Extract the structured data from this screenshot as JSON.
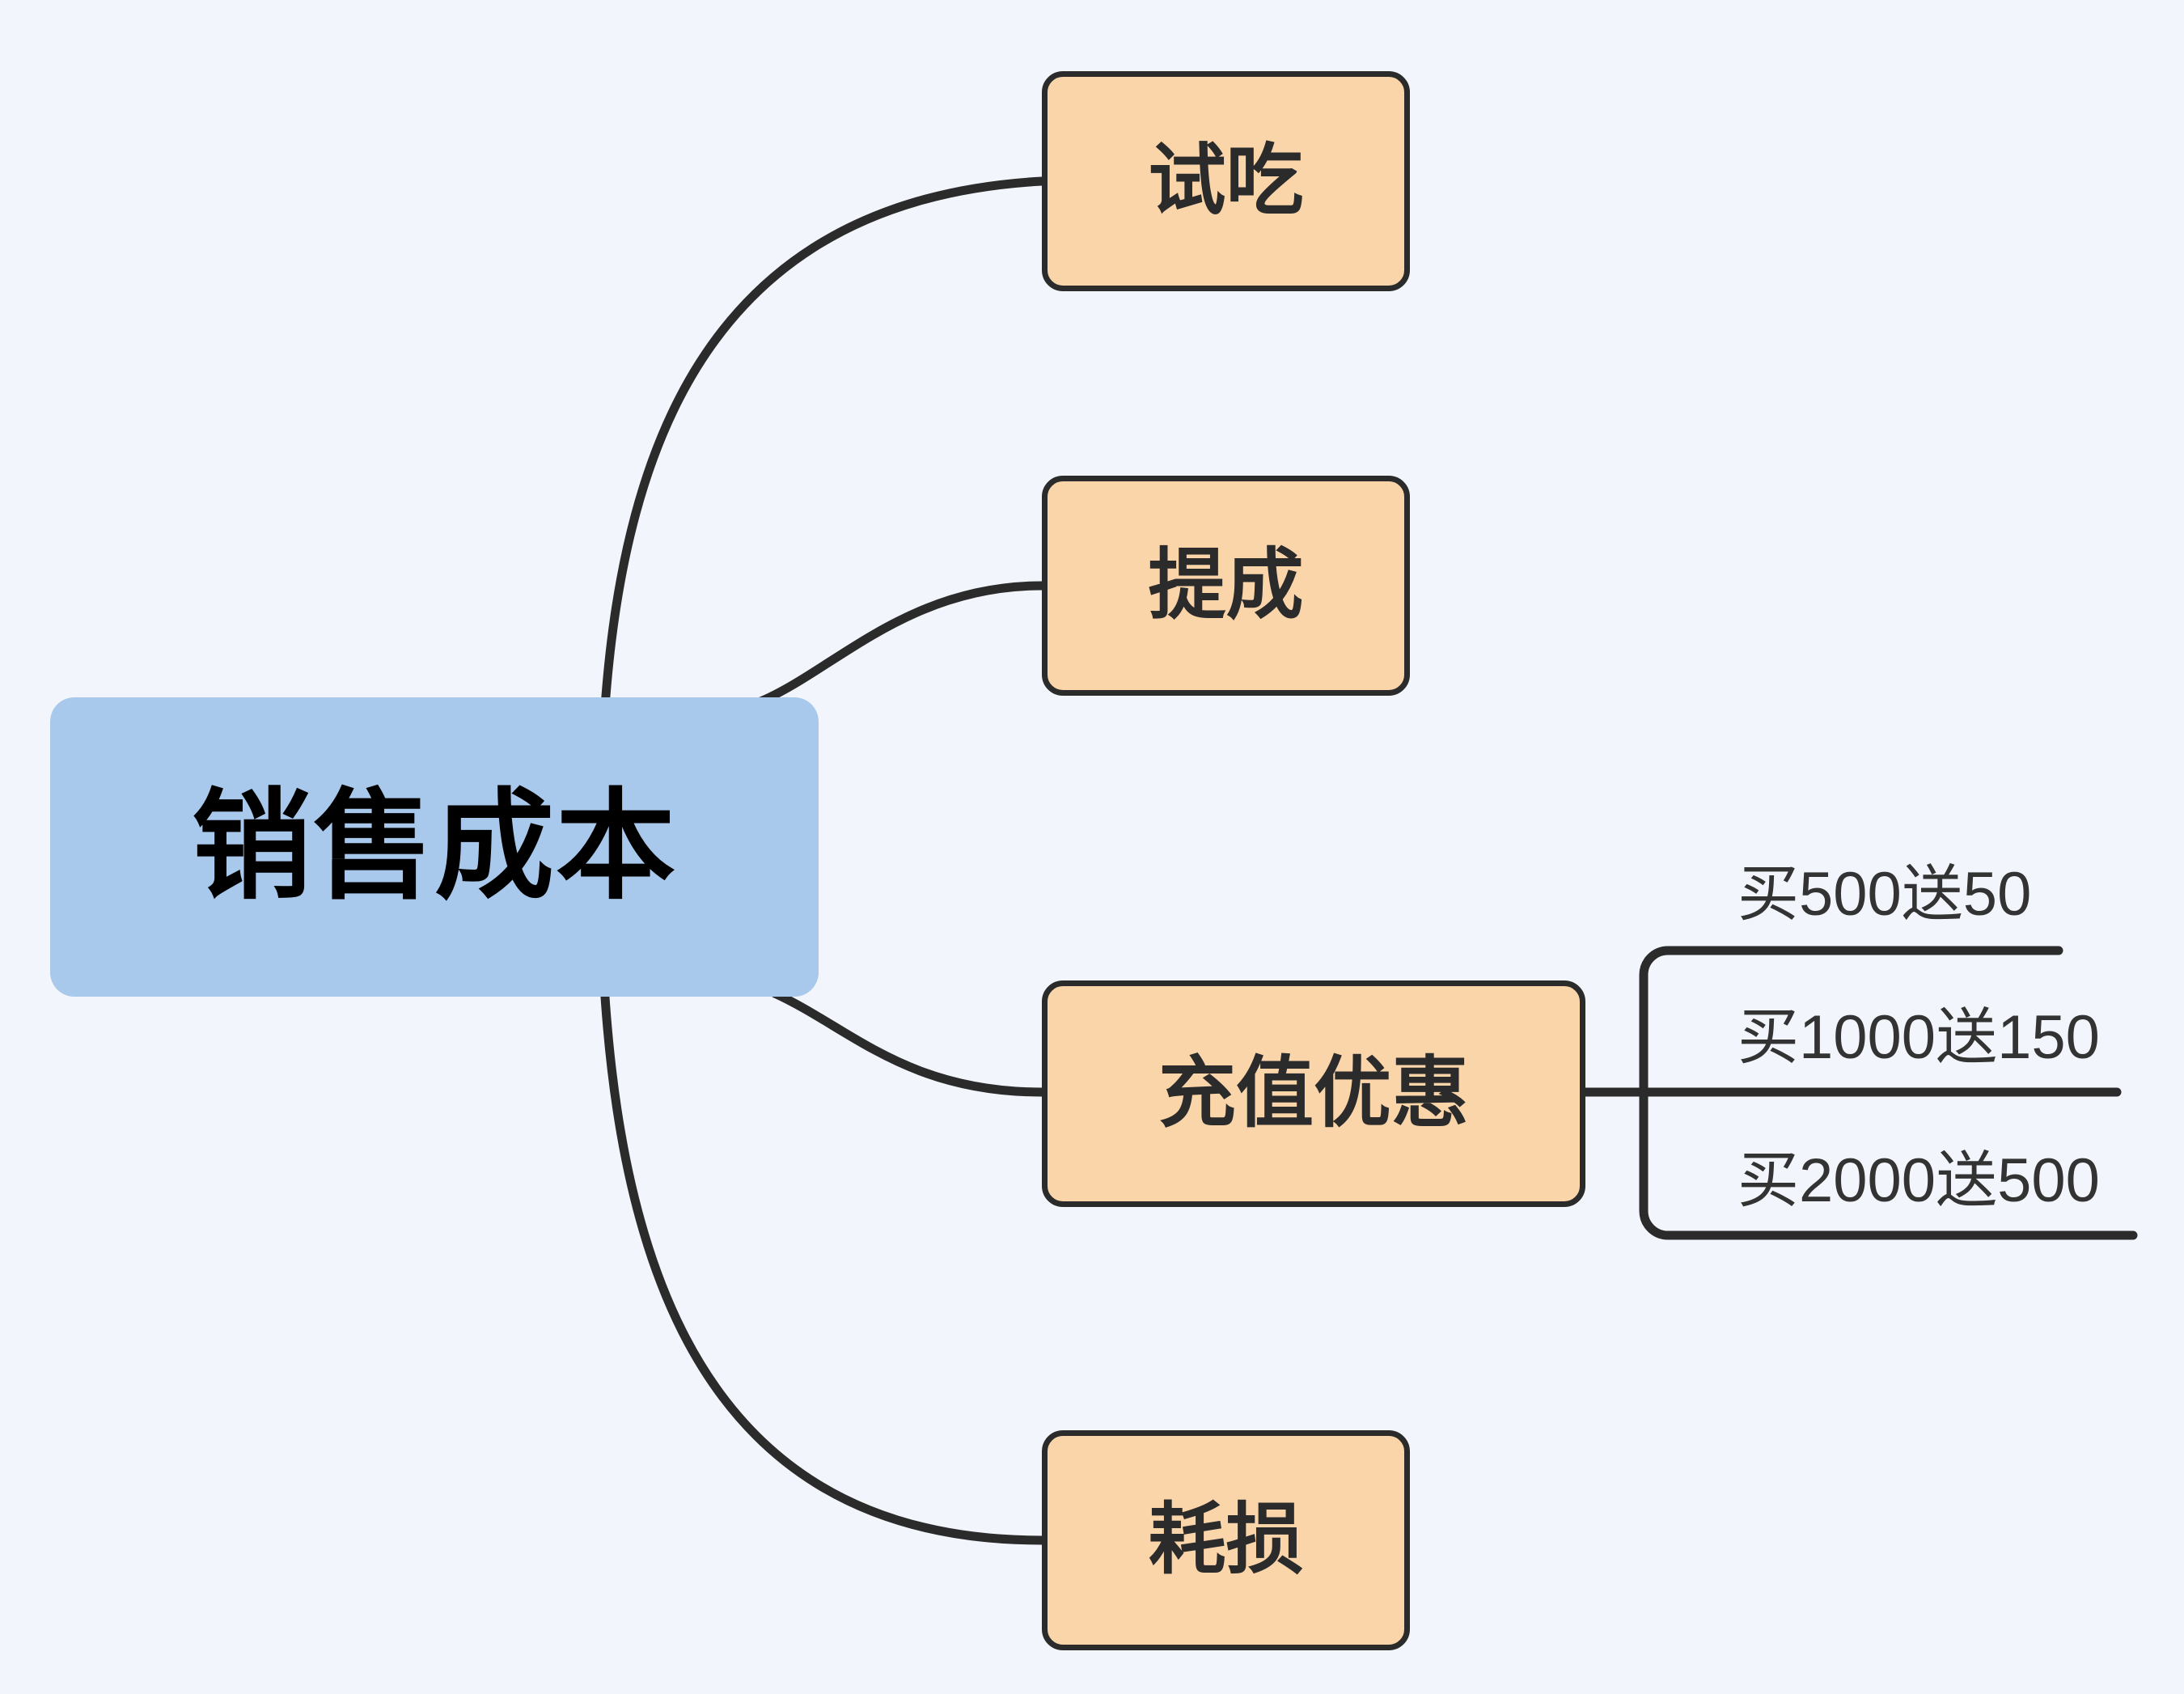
{
  "diagram": {
    "type": "mind-map",
    "background_color": "#f2f6fc",
    "root": {
      "label": "销售成本",
      "fill_color": "#a8c8ec",
      "text_color": "#000000"
    },
    "branch_style": {
      "fill_color": "#fbd5aa",
      "border_color": "#2b2b2b",
      "text_color": "#2b2b2b"
    },
    "connector_color": "#2b2b2b",
    "branches": [
      {
        "label": "试吃"
      },
      {
        "label": "提成"
      },
      {
        "label": "充值优惠",
        "children": [
          {
            "label": "买500送50"
          },
          {
            "label": "买1000送150"
          },
          {
            "label": "买2000送500"
          }
        ]
      },
      {
        "label": "耗损"
      }
    ]
  }
}
